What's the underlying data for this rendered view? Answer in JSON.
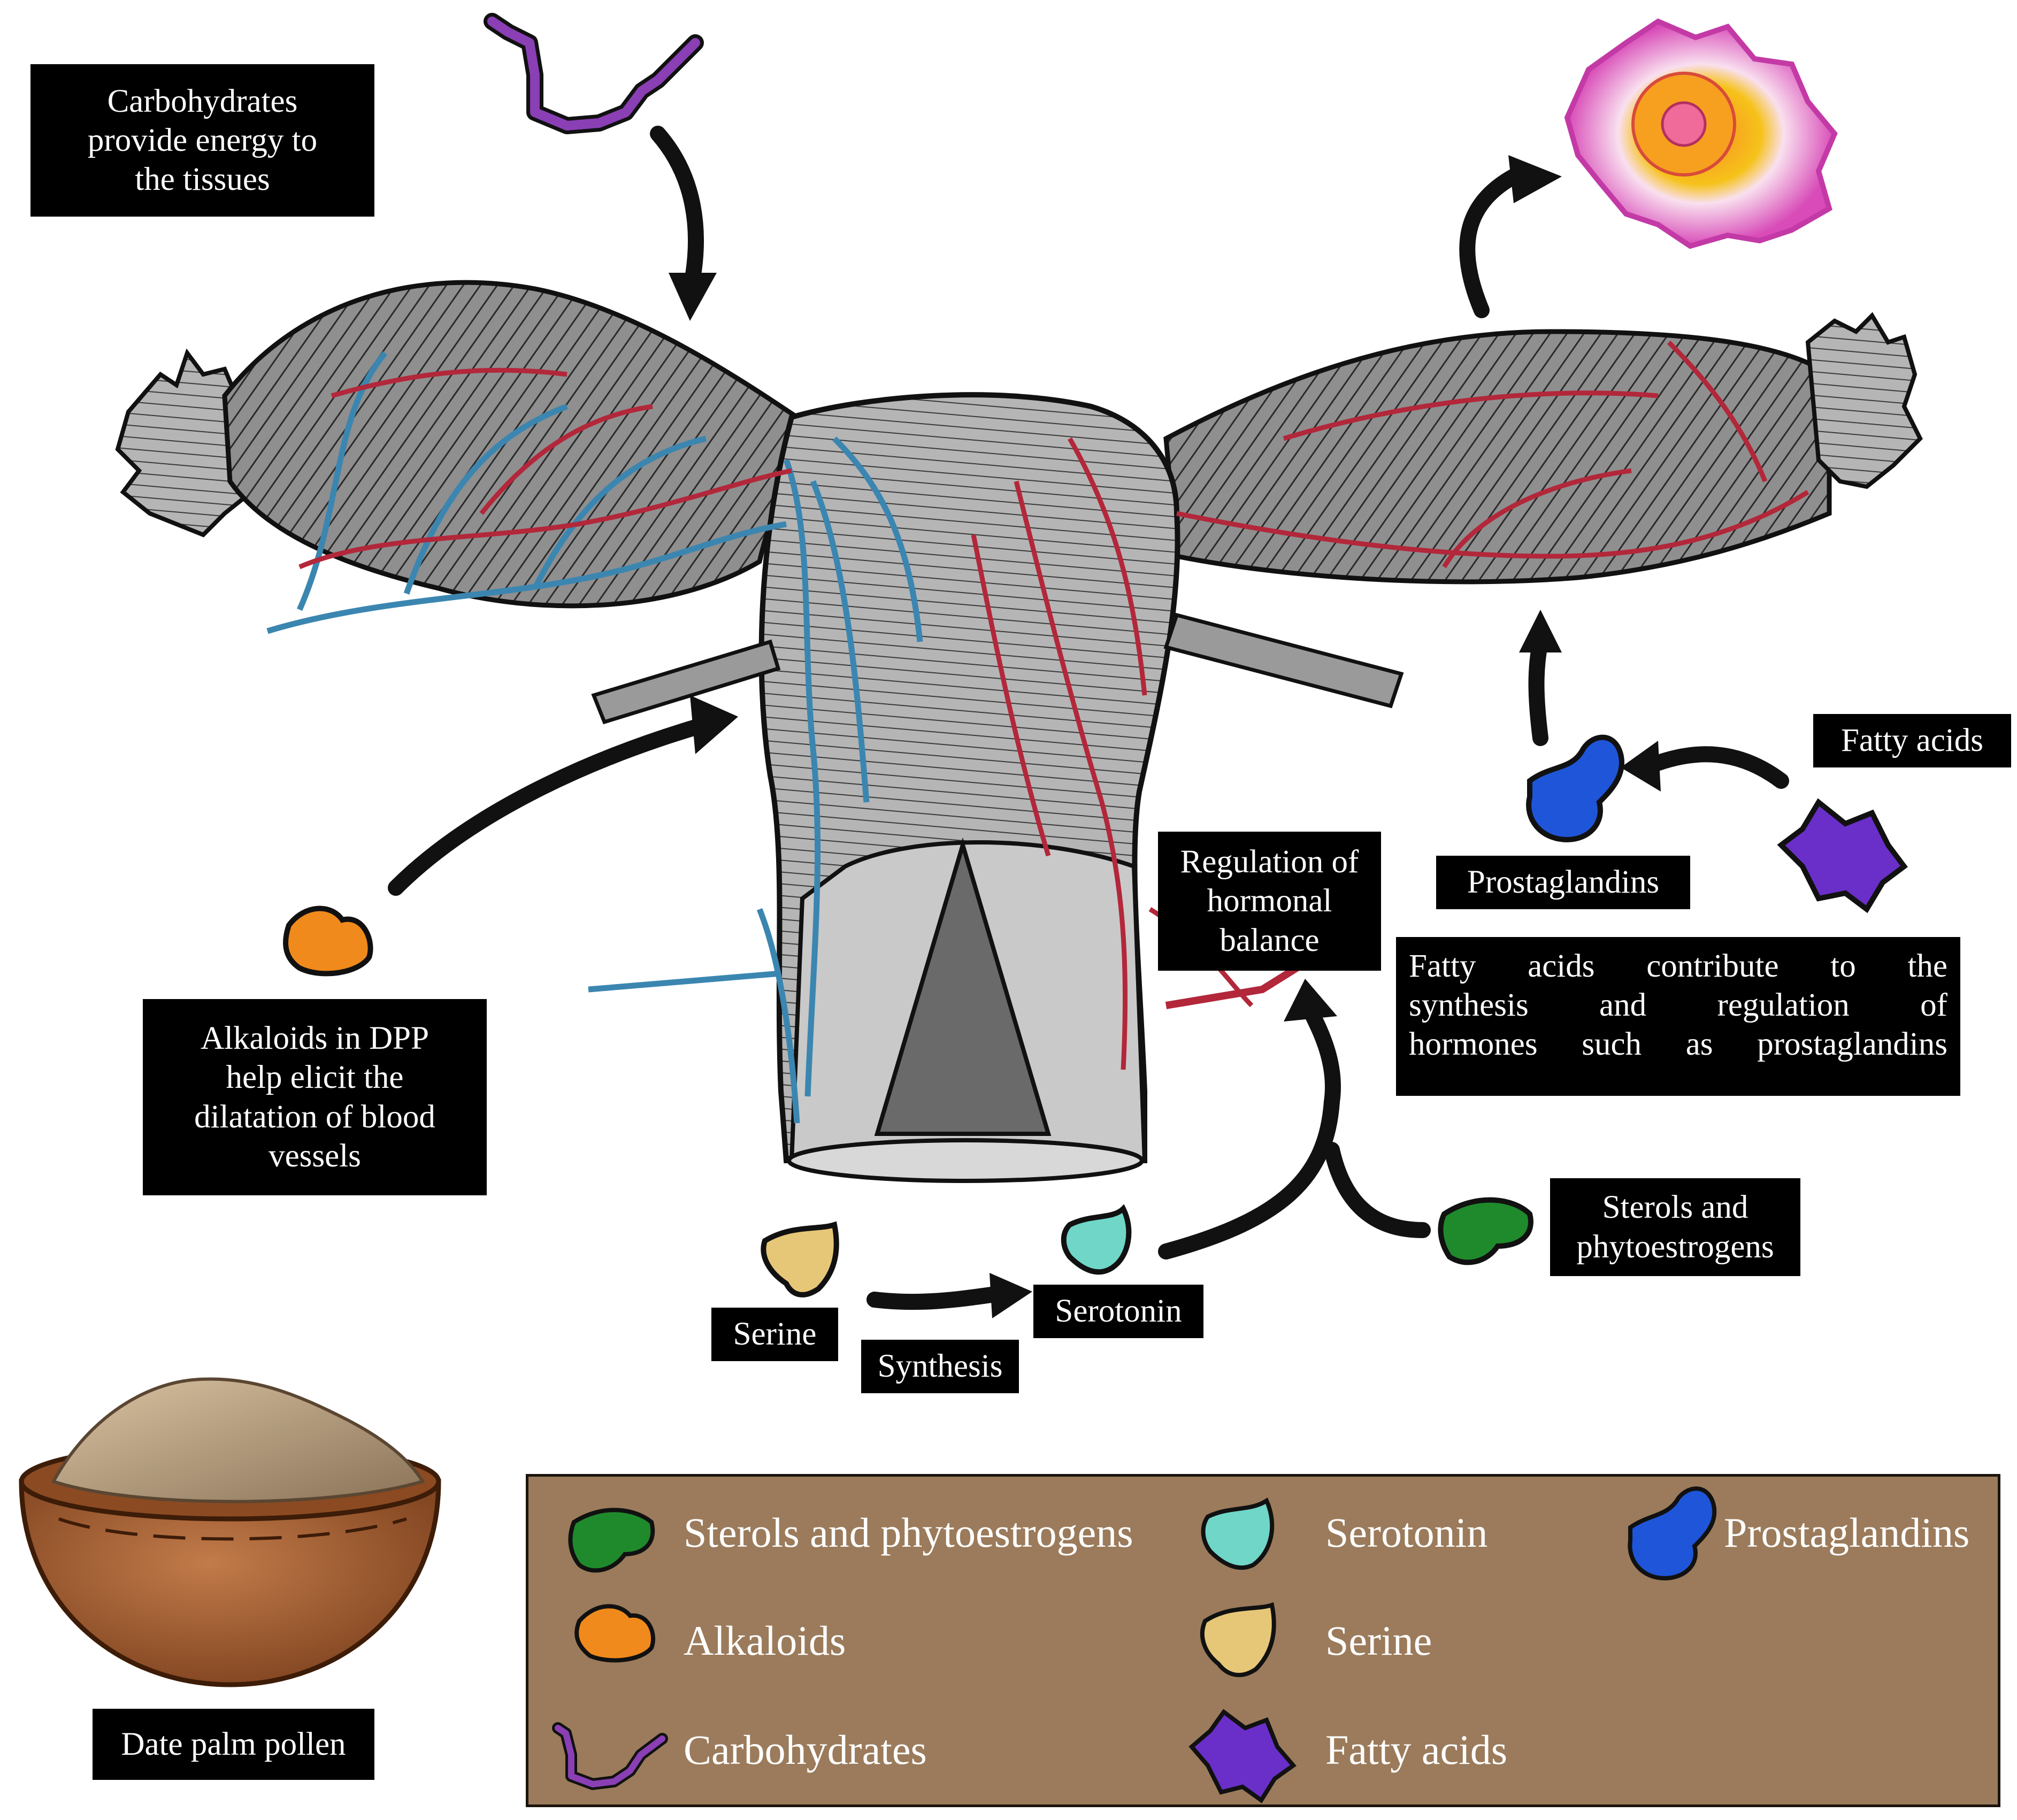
{
  "labels": {
    "carbohydrates": [
      "Carbohydrates",
      "provide energy to",
      "the tissues"
    ],
    "alkaloids": [
      "Alkaloids in DPP",
      "help elicit the",
      "dilatation of blood",
      "vessels"
    ],
    "regulation": [
      "Regulation of",
      "hormonal",
      "balance"
    ],
    "fatty_note": [
      "Fatty acids contribute to the",
      "synthesis and regulation of",
      "hormones such as prostaglandins"
    ],
    "fatty_acids": "Fatty acids",
    "prostaglandins": "Prostaglandins",
    "sterols": [
      "Sterols and",
      "phytoestrogens"
    ],
    "serine": "Serine",
    "serotonin": "Serotonin",
    "synthesis": "Synthesis",
    "date_palm": "Date palm pollen"
  },
  "legend": {
    "sterols": "Sterols and phytoestrogens",
    "serotonin": "Serotonin",
    "prostaglandins": "Prostaglandins",
    "alkaloids": "Alkaloids",
    "serine": "Serine",
    "carbohydrates": "Carbohydrates",
    "fatty_acids": "Fatty acids"
  },
  "colors": {
    "label_bg": "#000000",
    "legend_bg": "#9b7b5b",
    "sterols": "#1f8a2b",
    "serotonin": "#6fd6c8",
    "prostaglandins": "#1f55d8",
    "alkaloids": "#f08a1c",
    "serine": "#e6c777",
    "carbohydrates": "#8a3fb5",
    "fatty_acids": "#6a2fc8",
    "artery": "#b3273a",
    "vein": "#3b86b0",
    "tissue": "#9a9a9a"
  },
  "icons": [
    "uterus-illustration",
    "egg-cell-icon",
    "pollen-bowl-icon",
    "sterol-molecule-icon",
    "serotonin-molecule-icon",
    "prostaglandin-molecule-icon",
    "alkaloid-molecule-icon",
    "serine-molecule-icon",
    "carbohydrate-molecule-icon",
    "fatty-acid-molecule-icon"
  ]
}
